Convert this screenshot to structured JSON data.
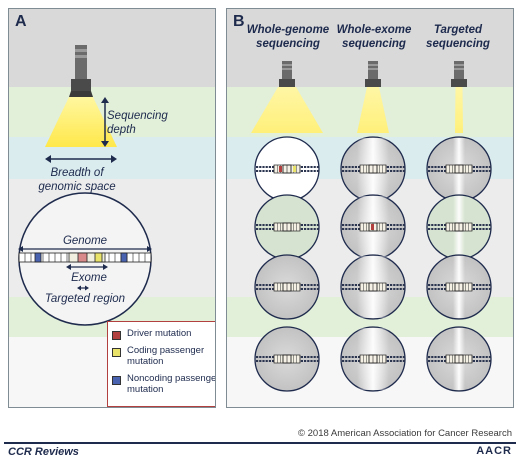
{
  "panel_a": {
    "letter": "A",
    "sequencing_depth": [
      "Sequencing",
      "depth"
    ],
    "breadth": [
      "Breadth of",
      "genomic space"
    ],
    "genome_label": "Genome",
    "exome_label": "Exome",
    "targeted_label": "Targeted region"
  },
  "panel_b": {
    "letter": "B",
    "columns": [
      {
        "line1": "Whole-genome",
        "line2": "sequencing",
        "beam": "wide"
      },
      {
        "line1": "Whole-exome",
        "line2": "sequencing",
        "beam": "medium"
      },
      {
        "line1": "Targeted",
        "line2": "sequencing",
        "beam": "narrow"
      }
    ]
  },
  "legend": {
    "items": [
      {
        "label": "Driver mutation",
        "color": "#b1403f"
      },
      {
        "label": "Coding passenger mutation",
        "color": "#e9e36a"
      },
      {
        "label": "Noncoding passenger mutation",
        "color": "#4a63b0"
      }
    ]
  },
  "colors": {
    "border": "#7f8c94",
    "accent": "#1f2b4d",
    "beam": "#fff27a",
    "driver": "#b1403f"
  },
  "footer": {
    "copyright": "© 2018 American Association for Cancer Research",
    "journal": "CCR Reviews",
    "publisher": "AACR"
  }
}
